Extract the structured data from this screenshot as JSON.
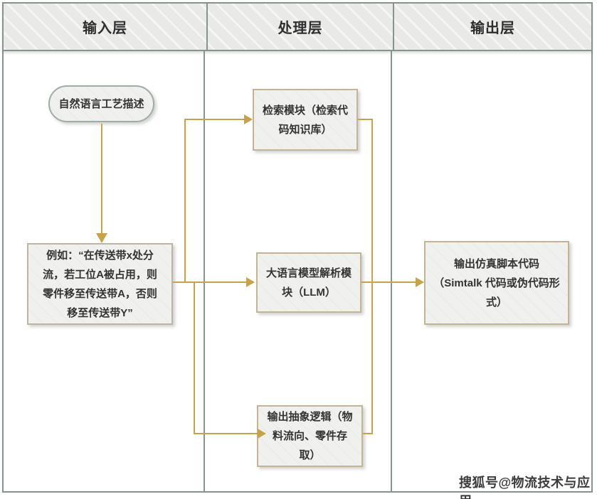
{
  "diagram": {
    "lanes": [
      {
        "title": "输入层"
      },
      {
        "title": "处理层"
      },
      {
        "title": "输出层"
      }
    ],
    "nodes": {
      "nl_description": {
        "label": "自然语言工艺描述",
        "shape": "terminator"
      },
      "example": {
        "label": "例如：“在传送带x处分\n流，若工位A被占用，则\n零件移至传送带A，否则\n移至传送带Y”",
        "shape": "rectangle"
      },
      "retrieval": {
        "label": "检索模块（检索代\n码知识库）",
        "shape": "rectangle"
      },
      "llm": {
        "label": "大语言模型解析模\n块（LLM）",
        "shape": "rectangle"
      },
      "abstract_logic": {
        "label": "输出抽象逻辑（物\n料流向、零件存\n取）",
        "shape": "rectangle"
      },
      "output_code": {
        "label": "输出仿真脚本代码\n（Simtalk 代码或伪代码形\n式）",
        "shape": "rectangle"
      }
    },
    "edges": [
      {
        "from": "nl_description",
        "to": "example"
      },
      {
        "from": "example",
        "to": "retrieval"
      },
      {
        "from": "example",
        "to": "llm"
      },
      {
        "from": "example",
        "to": "abstract_logic"
      },
      {
        "from": "llm",
        "to": "output_code"
      },
      {
        "from": "retrieval",
        "to": "merge-line"
      },
      {
        "from": "abstract_logic",
        "to": "merge-line"
      }
    ],
    "colors": {
      "connector": "#c7a24b",
      "lane_border": "#85948d",
      "header_fill": "#e9e9e7",
      "node_fill": "#f0f0ee",
      "node_border_tan": "#c3b494",
      "node_border_green": "#9fada5",
      "text": "#333333"
    },
    "watermark": {
      "text": "搜狐号@物流技术与应用"
    }
  }
}
